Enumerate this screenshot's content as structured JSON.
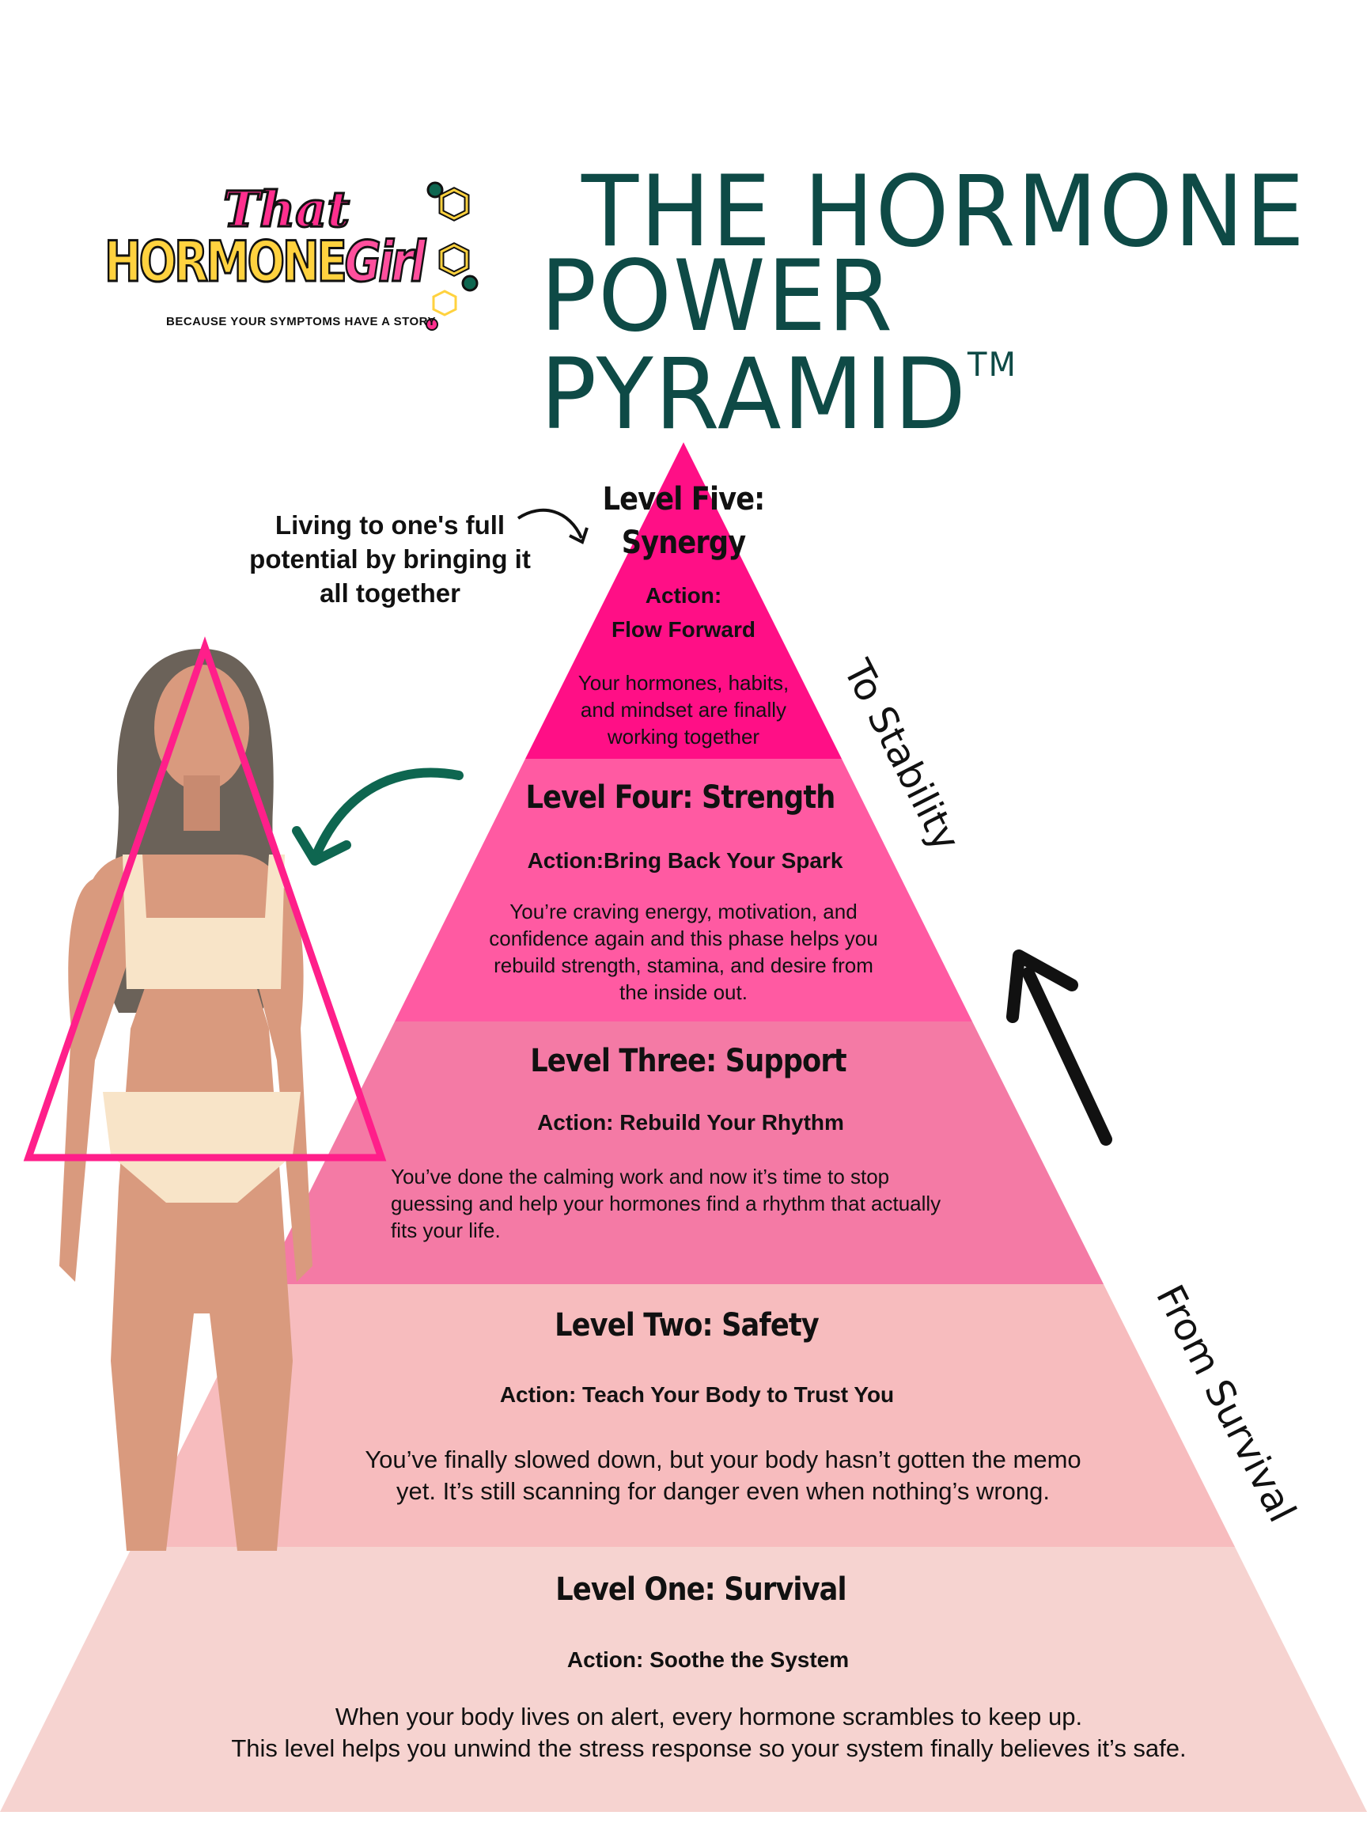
{
  "logo": {
    "line1": "That",
    "line2a": "HORMONE",
    "line2b": "Girl",
    "tagline": "BECAUSE YOUR SYMPTOMS HAVE A STORY"
  },
  "header": {
    "title_line1": "THE HORMONE",
    "title_line2": "POWER PYRAMID",
    "trademark": "TM"
  },
  "annotation": {
    "line1": "Living to one's full",
    "line2": "potential by bringing it",
    "line3": "all together"
  },
  "side_labels": {
    "top": "To Stability",
    "bottom": "From Survival"
  },
  "levels": [
    {
      "title_line1": "Level Five:",
      "title_line2": "Synergy",
      "action_line1": "Action:",
      "action_line2": "Flow Forward",
      "desc_line1": "Your hormones, habits,",
      "desc_line2": "and mindset are finally",
      "desc_line3": "working together",
      "color": "#ff0f86"
    },
    {
      "title": "Level Four: Strength",
      "action": "Action:Bring Back Your Spark",
      "desc_line1": "You’re craving energy, motivation, and",
      "desc_line2": "confidence again and this phase helps you",
      "desc_line3": "rebuild strength, stamina, and desire from",
      "desc_line4": "the inside out.",
      "color": "#ff5aa2"
    },
    {
      "title": "Level Three: Support",
      "action": "Action: Rebuild Your Rhythm",
      "desc_line1": "You’ve done the calming work and now it’s time to stop",
      "desc_line2": "guessing and help your hormones find a rhythm that actually",
      "desc_line3": "fits your life.",
      "color": "#f47aa5"
    },
    {
      "title": "Level Two: Safety",
      "action": "Action: Teach Your Body to Trust You",
      "desc_line1": "You’ve finally slowed down, but your body hasn’t gotten the memo",
      "desc_line2": "yet. It’s still scanning for danger even when nothing’s wrong.",
      "color": "#f7bcbe"
    },
    {
      "title": "Level One: Survival",
      "action": "Action: Soothe the System",
      "desc_line1": "When your body lives on alert, every hormone scrambles to keep up.",
      "desc_line2": "This level helps you unwind the stress response so your system finally believes it’s safe.",
      "color": "#f6d3d0"
    }
  ],
  "colors": {
    "title": "#0e4a46",
    "accent_pink": "#ff1f8a",
    "green_arrow": "#0e6650"
  }
}
